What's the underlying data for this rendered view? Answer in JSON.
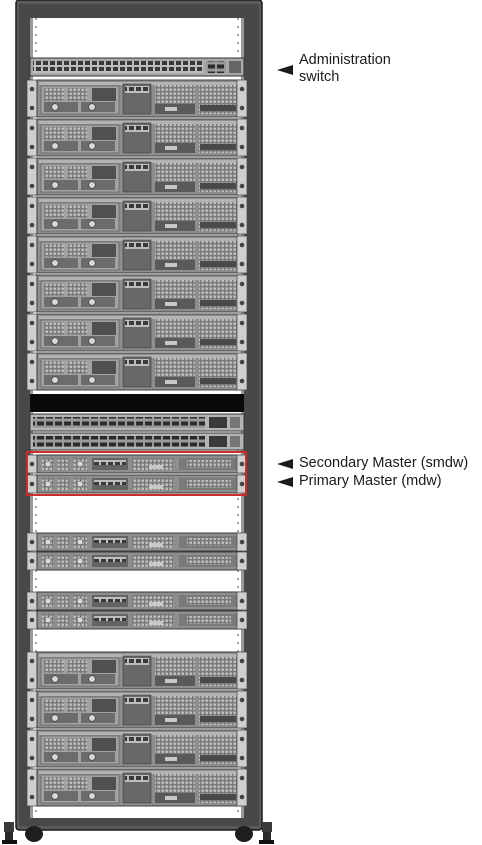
{
  "labels": {
    "admin_switch_line1": "Administration",
    "admin_switch_line2": "switch",
    "secondary_master": "Secondary Master (smdw)",
    "primary_master": "Primary Master (mdw)"
  },
  "rack": {
    "highlight_color": "#d12a2a",
    "frame_color": "#4d4d4d",
    "server_color": "#8f8f8f"
  }
}
